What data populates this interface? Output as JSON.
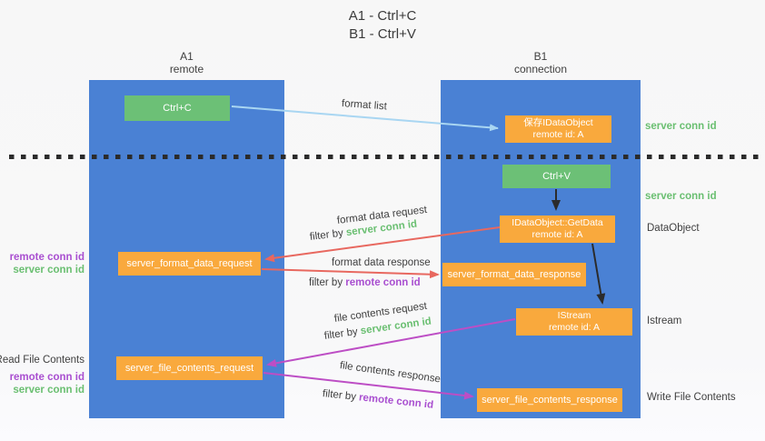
{
  "title": {
    "line1": "A1 - Ctrl+C",
    "line2": "B1 - Ctrl+V"
  },
  "lanes": {
    "a1": {
      "name": "A1",
      "role": "remote"
    },
    "b1": {
      "name": "B1",
      "role": "connection"
    }
  },
  "boxes": {
    "ctrl_c": {
      "label": "Ctrl+C"
    },
    "ctrl_v": {
      "label": "Ctrl+V"
    },
    "save_idataobject": {
      "line1": "保存IDataObject",
      "line2": "remote id: A"
    },
    "getdata": {
      "line1": "IDataObject::GetData",
      "line2": "remote id: A"
    },
    "istream": {
      "line1": "IStream",
      "line2": "remote id: A"
    },
    "format_request": {
      "label": "server_format_data_request"
    },
    "format_response": {
      "label": "server_format_data_response"
    },
    "file_request": {
      "label": "server_file_contents_request"
    },
    "file_response": {
      "label": "server_file_contents_response"
    }
  },
  "annotations": {
    "right": {
      "server_conn_id_top": "server conn id",
      "server_conn_id_mid": "server conn id",
      "dataobject": "DataObject",
      "istream": "Istream",
      "write_file_contents": "Write File Contents"
    },
    "left": {
      "remote_conn_id_top": "remote conn id",
      "server_conn_id_top": "server conn id",
      "read_file_contents": "Read File Contents",
      "remote_conn_id_bottom": "remote conn id",
      "server_conn_id_bottom": "server conn id"
    }
  },
  "flow_labels": {
    "format_list": "format list",
    "format_data_request": "format data request",
    "format_data_response": "format data response",
    "file_contents_request": "file contents request",
    "file_contents_response": "file contents response",
    "filter_by": "filter by ",
    "server_conn_id": "server conn id",
    "remote_conn_id": "remote conn id"
  },
  "colors": {
    "lane_blue": "#4a81d4",
    "box_green": "#6cc076",
    "box_orange": "#f9a93d",
    "arrow_lightblue": "#a9d6f2",
    "arrow_red": "#e8685f",
    "arrow_magenta": "#bd4ec5",
    "arrow_black": "#2b2b2b",
    "separator": "#2b2b2b",
    "text_green": "#6abf71",
    "text_purple": "#a94fd0",
    "text_dark": "#3f3f3f",
    "background": "#f7f7f8"
  }
}
